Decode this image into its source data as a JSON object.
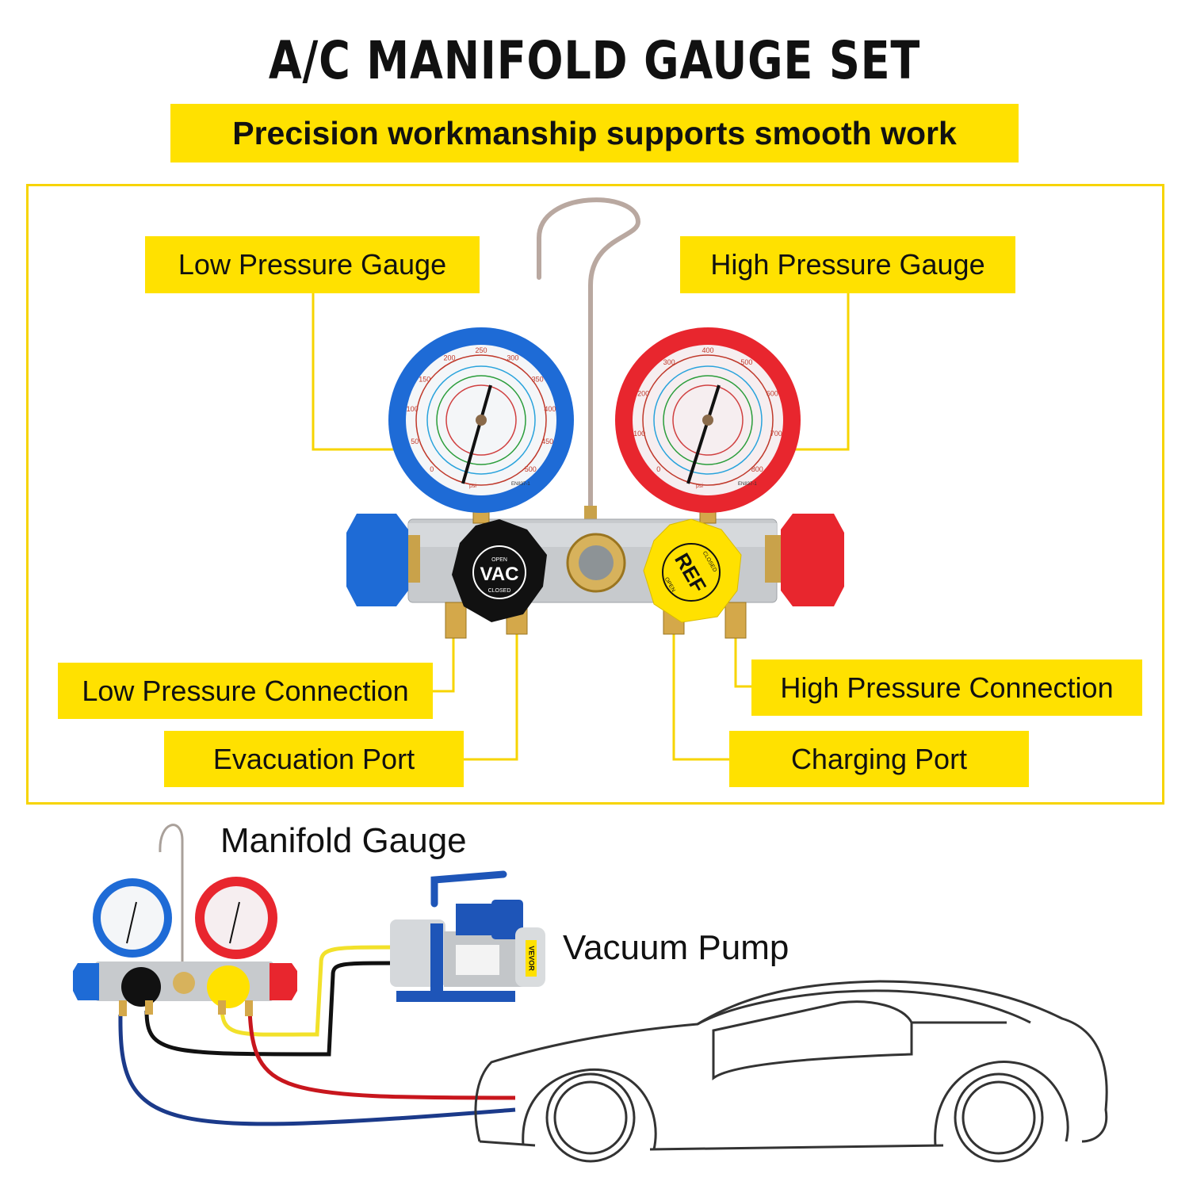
{
  "header": {
    "title": "A/C MANIFOLD GAUGE SET",
    "subtitle": "Precision workmanship supports smooth work"
  },
  "labels": {
    "low_pressure_gauge": "Low Pressure Gauge",
    "high_pressure_gauge": "High Pressure Gauge",
    "low_pressure_connection": "Low Pressure Connection",
    "evacuation_port": "Evacuation Port",
    "high_pressure_connection": "High Pressure Connection",
    "charging_port": "Charging Port"
  },
  "knobs": {
    "vac": "VAC",
    "ref": "REF",
    "open": "OPEN",
    "closed": "CLOSED"
  },
  "gauges": {
    "low": {
      "unit": "psi",
      "scale": [
        "0",
        "50",
        "100",
        "150",
        "200",
        "250",
        "300",
        "350",
        "400",
        "450",
        "500"
      ],
      "model": "EN837-1"
    },
    "high": {
      "unit": "psi",
      "scale": [
        "0",
        "100",
        "200",
        "300",
        "400",
        "500",
        "600",
        "700",
        "800"
      ],
      "model": "EN837-1"
    }
  },
  "diagram": {
    "manifold_gauge": "Manifold Gauge",
    "vacuum_pump": "Vacuum Pump",
    "brand": "VEVOR"
  },
  "colors": {
    "accent_yellow": "#FFE100",
    "frame_yellow": "#F7D400",
    "low_blue": "#1E6BD6",
    "high_red": "#E8262E",
    "hose_yellow": "#F2E12A",
    "hose_black": "#111111",
    "hose_red": "#C8161D",
    "hose_blue": "#1B3A8A"
  }
}
